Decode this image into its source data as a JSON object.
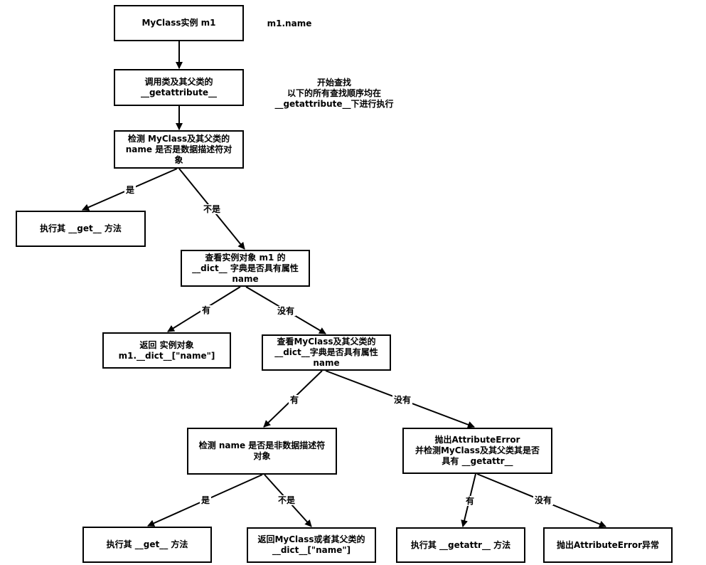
{
  "nodes": {
    "instance": "MyClass实例 m1",
    "call_getattribute": "调用类及其父类的\n__getattribute__",
    "check_data_descriptor": "检测  MyClass及其父类的\nname 是否是数据描述符对\n象",
    "exec_get_1": "执行其 __get__ 方法",
    "check_instance_dict": "查看实例对象 m1 的\n__dict__ 字典是否具有属性\nname",
    "return_instance_dict": "返回 实例对象\nm1.__dict__[\"name\"]",
    "check_class_dict": "查看MyClass及其父类的\n__dict__字典是否具有属性\nname",
    "check_non_data_descriptor": "检测 name 是否是非数据描述符\n对象",
    "raise_and_check_getattr": "抛出AttributeError\n并检测MyClass及其父类其是否\n具有 __getattr__",
    "exec_get_2": "执行其 __get__ 方法",
    "return_class_dict": "返回MyClass或者其父类的\n__dict__[\"name\"]",
    "exec_getattr": "执行其 __getattr__ 方法",
    "raise_error": "抛出AttributeError异常"
  },
  "notes": {
    "access_expr": "m1.name",
    "lookup_note": "开始查找\n以下的所有查找顺序均在\n__getattribute__下进行执行"
  },
  "edge_labels": {
    "e1_yes": "是",
    "e1_no": "不是",
    "e2_yes": "有",
    "e2_no": "没有",
    "e3_yes": "有",
    "e3_no": "没有",
    "e4_yes": "是",
    "e4_no": "不是",
    "e5_yes": "有",
    "e5_no": "没有"
  },
  "colors": {
    "stroke": "#000000",
    "background": "#ffffff"
  }
}
